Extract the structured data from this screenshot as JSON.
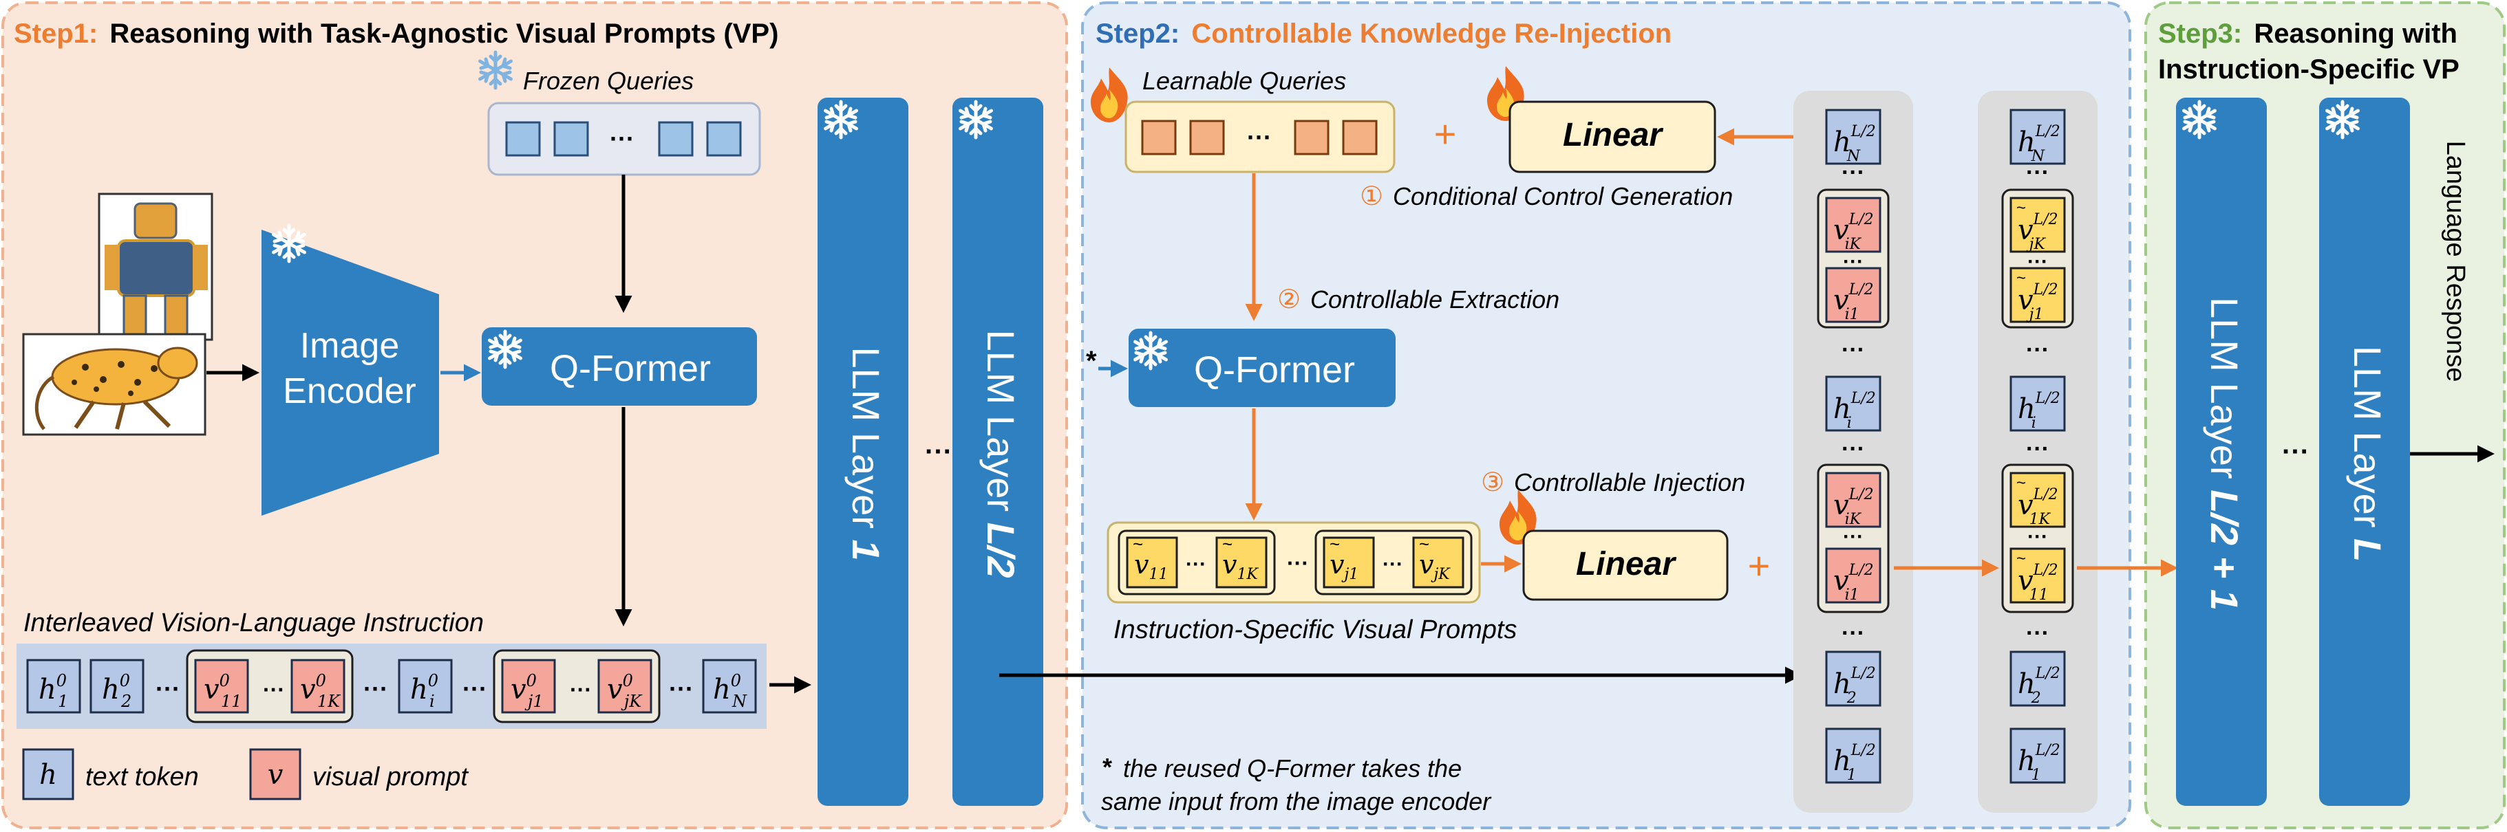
{
  "colors": {
    "step1_fill": "#fbe6da",
    "step1_border": "#f0b191",
    "step2_fill": "#e4edf7",
    "step2_border": "#8fb4dc",
    "step3_fill": "#e9f2e0",
    "step3_border": "#9fca86",
    "llm_blue": "#2f80c0",
    "orange": "#ed7d31",
    "orange_text": "#ed7d31",
    "blue_text": "#2f6db5",
    "green_text": "#5f9e3c",
    "text_token": "#b4c7e7",
    "visual_token": "#f4a69b",
    "learnable_query": "#f4b183",
    "ins_visual": "#ffd966",
    "frozen_query": "#9dc3e6",
    "linear_fill": "#fff2cc",
    "col_fill": "#dcdcdc"
  },
  "icons": [
    "snowflake-icon",
    "flame-icon",
    "robot-image",
    "cheetah-image"
  ],
  "step1": {
    "prefix": "Step1:",
    "title": "Reasoning with Task-Agnostic Visual Prompts (VP)",
    "frozen_queries_label": "Frozen Queries",
    "image_encoder_line1": "Image",
    "image_encoder_line2": "Encoder",
    "qformer_label": "Q-Former",
    "llm_layer_1_prefix": "LLM Layer ",
    "llm_layer_1_num": "1",
    "llm_layer_half_prefix": "LLM Layer ",
    "llm_layer_half_num": "L/2",
    "interleaved_label": "Interleaved Vision-Language Instruction",
    "tokens": {
      "h": "h",
      "v": "v",
      "sup0": "0",
      "sub_1": "1",
      "sub_2": "2",
      "sub_11": "11",
      "sub_1K": "1K",
      "sub_i": "i",
      "sub_j1": "j1",
      "sub_jK": "jK",
      "sub_N": "N"
    },
    "legend_text_token": "text token",
    "legend_visual_prompt": "visual prompt"
  },
  "step2": {
    "prefix": "Step2:",
    "title": "Controllable Knowledge Re-Injection",
    "learnable_queries_label": "Learnable Queries",
    "linear_label": "Linear",
    "plus": "+",
    "step_a_num": "①",
    "step_a_label": "Conditional Control Generation",
    "step_b_num": "②",
    "step_b_label": "Controllable Extraction",
    "step_c_num": "③",
    "step_c_label": "Controllable Injection",
    "qformer_label": "Q-Former",
    "asterisk": "*",
    "instruction_prompts_label": "Instruction-Specific Visual Prompts",
    "ins_tokens": {
      "sub_11": "11",
      "sub_1K": "1K",
      "sub_j1": "j1",
      "sub_jK": "jK"
    },
    "footnote_line1": "the reused Q-Former takes the",
    "footnote_line2": "same input from the image encoder",
    "footnote_star": "*",
    "column_tokens": {
      "sup": "L/2",
      "sub_N": "N",
      "sub_iK": "iK",
      "sub_i1": "i1",
      "sub_i": "i",
      "sub_2": "2",
      "sub_1": "1",
      "sub_jK": "jK",
      "sub_j1": "j1",
      "sub_1K": "1K",
      "sub_11": "11"
    }
  },
  "step3": {
    "prefix": "Step3:",
    "title_line1": "Reasoning with",
    "title_line2": "Instruction-Specific VP",
    "llm_layer_a_prefix": "LLM Layer ",
    "llm_layer_a_num": "L/2 + 1",
    "llm_layer_b_prefix": "LLM Layer ",
    "llm_layer_b_num": "L",
    "language_response": "Language Response"
  },
  "ellipsis": "···",
  "vdots": "⋮"
}
